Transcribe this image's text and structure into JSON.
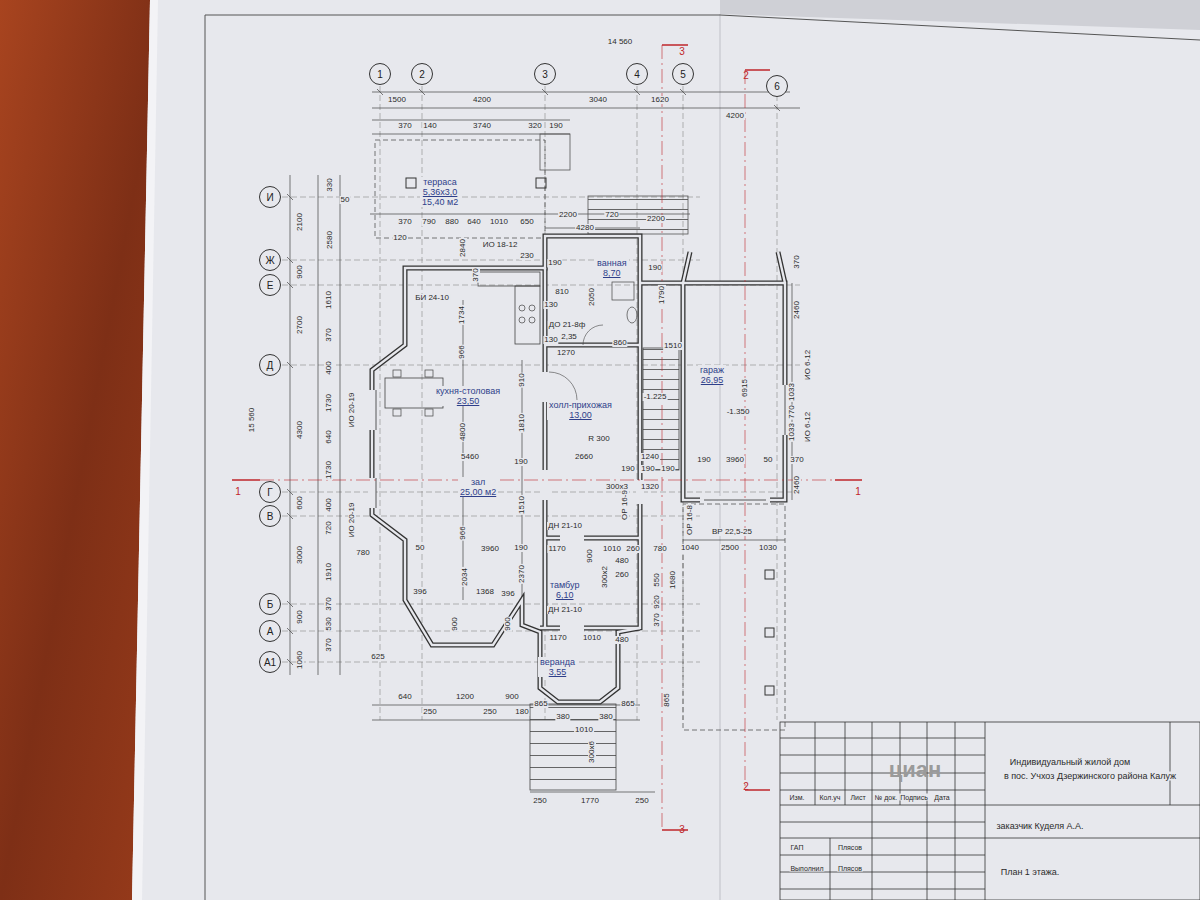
{
  "diagram": {
    "nodes": [
      {
        "text": [
          "1"
        ]
      },
      {
        "text": [
          "2"
        ]
      },
      {
        "text": [
          "3"
        ]
      },
      {
        "text": [
          "4"
        ]
      },
      {
        "text": [
          "5"
        ]
      },
      {
        "text": [
          "6"
        ]
      },
      {
        "text": [
          "И"
        ]
      },
      {
        "text": [
          "Ж"
        ]
      },
      {
        "text": [
          "Е"
        ]
      },
      {
        "text": [
          "Д"
        ]
      },
      {
        "text": [
          "Г"
        ]
      },
      {
        "text": [
          "В"
        ]
      },
      {
        "text": [
          "Б"
        ]
      },
      {
        "text": [
          "А"
        ]
      },
      {
        "text": [
          "А1"
        ]
      },
      {
        "text": [
          "терраса",
          "5,36х3,0",
          "15,40 м2"
        ]
      },
      {
        "text": [
          "ванная",
          "8,70"
        ]
      },
      {
        "text": [
          "кухня-столовая",
          "23,50"
        ]
      },
      {
        "text": [
          "холл-прихожая",
          "13,00"
        ]
      },
      {
        "text": [
          "гараж",
          "26,95"
        ]
      },
      {
        "text": [
          "зал",
          "25,00 м2"
        ]
      },
      {
        "text": [
          "тамбур",
          "6,10"
        ]
      },
      {
        "text": [
          "веранда",
          "3,55"
        ]
      }
    ],
    "labels": [
      "14 560",
      "1500",
      "4200",
      "3040",
      "1620",
      "4200",
      "370",
      "140",
      "3740",
      "320",
      "190",
      "330",
      "50",
      "2580",
      "370",
      "790",
      "880",
      "640",
      "1010",
      "650",
      "2200",
      "720",
      "2200",
      "120",
      "2840",
      "230",
      "4280",
      "190",
      "190",
      "370",
      "810",
      "130",
      "2050",
      "1790",
      "1734",
      "966",
      "130",
      "1270",
      "860",
      "1510",
      "910",
      "1810",
      "4800",
      "5460",
      "2660",
      "R 300",
      "-1.225",
      "-1.350",
      "6915",
      "3960",
      "190",
      "50",
      "370",
      "2460",
      "2460",
      "1033",
      "770",
      "1033",
      "ИО 6-12",
      "ИО 6-12",
      "370",
      "1510",
      "190",
      "190",
      "1240",
      "190",
      "190",
      "190",
      "300х3",
      "1320",
      "966",
      "3960",
      "50",
      "2034",
      "2370",
      "396",
      "1368",
      "396",
      "780",
      "2100",
      "900",
      "2700",
      "4300",
      "600",
      "3000",
      "900",
      "1060",
      "15 560",
      "1610",
      "370",
      "400",
      "1730",
      "640",
      "1730",
      "400",
      "720",
      "1910",
      "370",
      "530",
      "370",
      "ИО 20-19",
      "ИО 20-19",
      "900",
      "900",
      "640",
      "1200",
      "900",
      "250",
      "250",
      "180",
      "865",
      "380",
      "1010",
      "380",
      "865",
      "250",
      "1770",
      "250",
      "300х6",
      "1170",
      "900",
      "1010",
      "260",
      "780",
      "480",
      "260",
      "300х2",
      "480",
      "1170",
      "1010",
      "550",
      "920",
      "370",
      "1680",
      "865",
      "1040",
      "2500",
      "1030",
      "ВР 22,5-25",
      "ОР 16-8",
      "ОР 16-9",
      "ИО 18-12",
      "БИ 24-10",
      "ДО 21-8ф",
      "2,35",
      "ДН 21-10",
      "ДН 21-10",
      "625",
      "Изм.",
      "Кол.уч",
      "Лист",
      "№ док.",
      "Подпись",
      "Дата",
      "Индивидуальный жилой дом",
      "в пос. Учхоз Дзержинского района Калуж",
      "заказчик Куделя А.А.",
      "ГАП",
      "Плясов",
      "Выполнил",
      "Плясов",
      "План 1 этажа.",
      "циан",
      "3",
      "2",
      "3",
      "2",
      "1",
      "1"
    ]
  }
}
